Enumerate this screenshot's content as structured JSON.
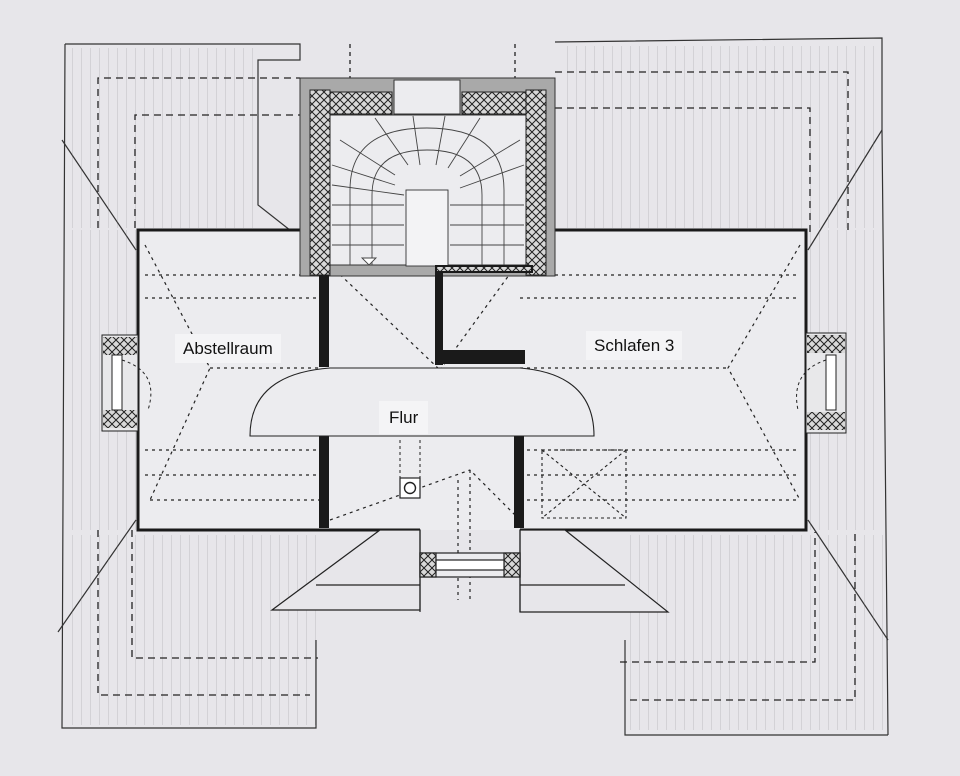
{
  "rooms": {
    "abstellraum": "Abstellraum",
    "schlafen": "Schlafen 3",
    "flur": "Flur"
  },
  "colors": {
    "paper": "#e7e6ea",
    "line": "#333333",
    "wall": "#1a1a1a",
    "stair_shaft": "#a9a9a9"
  }
}
